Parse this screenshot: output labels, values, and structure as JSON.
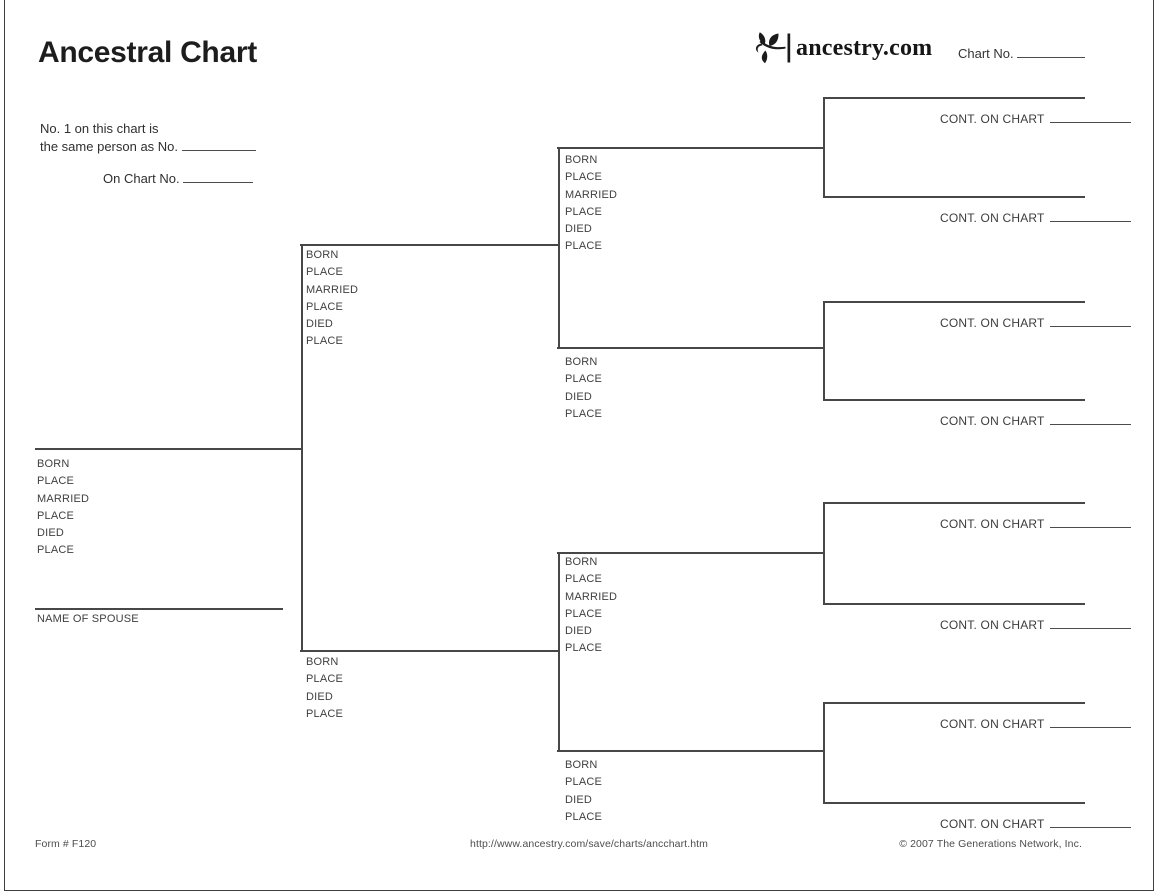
{
  "header": {
    "title": "Ancestral Chart",
    "logo_text": "ancestry.com",
    "logo_icon": "ancestry-leaf-icon",
    "chart_no_label": "Chart No."
  },
  "intro": {
    "line1": "No. 1 on this chart is",
    "line2": "the same person as No.",
    "line3": "On Chart No."
  },
  "labels": {
    "full": [
      "BORN",
      "PLACE",
      "MARRIED",
      "PLACE",
      "DIED",
      "PLACE"
    ],
    "short": [
      "BORN",
      "PLACE",
      "DIED",
      "PLACE"
    ],
    "spouse": "NAME OF SPOUSE",
    "cont": "CONT. ON CHART"
  },
  "footer": {
    "form_no": "Form # F120",
    "url": "http://www.ancestry.com/save/charts/ancchart.htm",
    "copyright": "© 2007 The Generations Network, Inc."
  },
  "colors": {
    "line": "#474747",
    "label_text": "#3f3f3f",
    "title_text": "#1d1d1d",
    "background": "#ffffff"
  }
}
